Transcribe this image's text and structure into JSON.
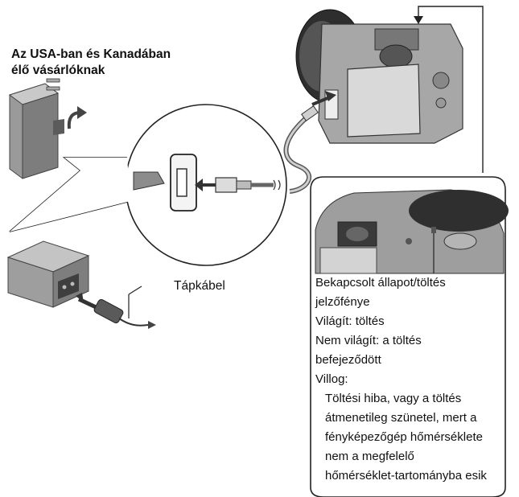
{
  "heading": {
    "line1": "Az USA-ban és Kanadában",
    "line2": "élő vásárlóknak"
  },
  "cable_label": "Tápkábel",
  "info": {
    "title_line1": "Bekapcsolt állapot/töltés",
    "title_line2": "jelzőfénye",
    "lit": "Világít: töltés",
    "unlit_line1": "Nem világít: a töltés",
    "unlit_line2": "befejeződött",
    "blink": "Villog:",
    "blink_desc": [
      "Töltési hiba, vagy a töltés",
      "átmenetileg szünetel, mert a",
      "fényképezőgép hőmérséklete",
      "nem a megfelelő",
      "hőmérséklet-tartományba esik"
    ]
  }
}
